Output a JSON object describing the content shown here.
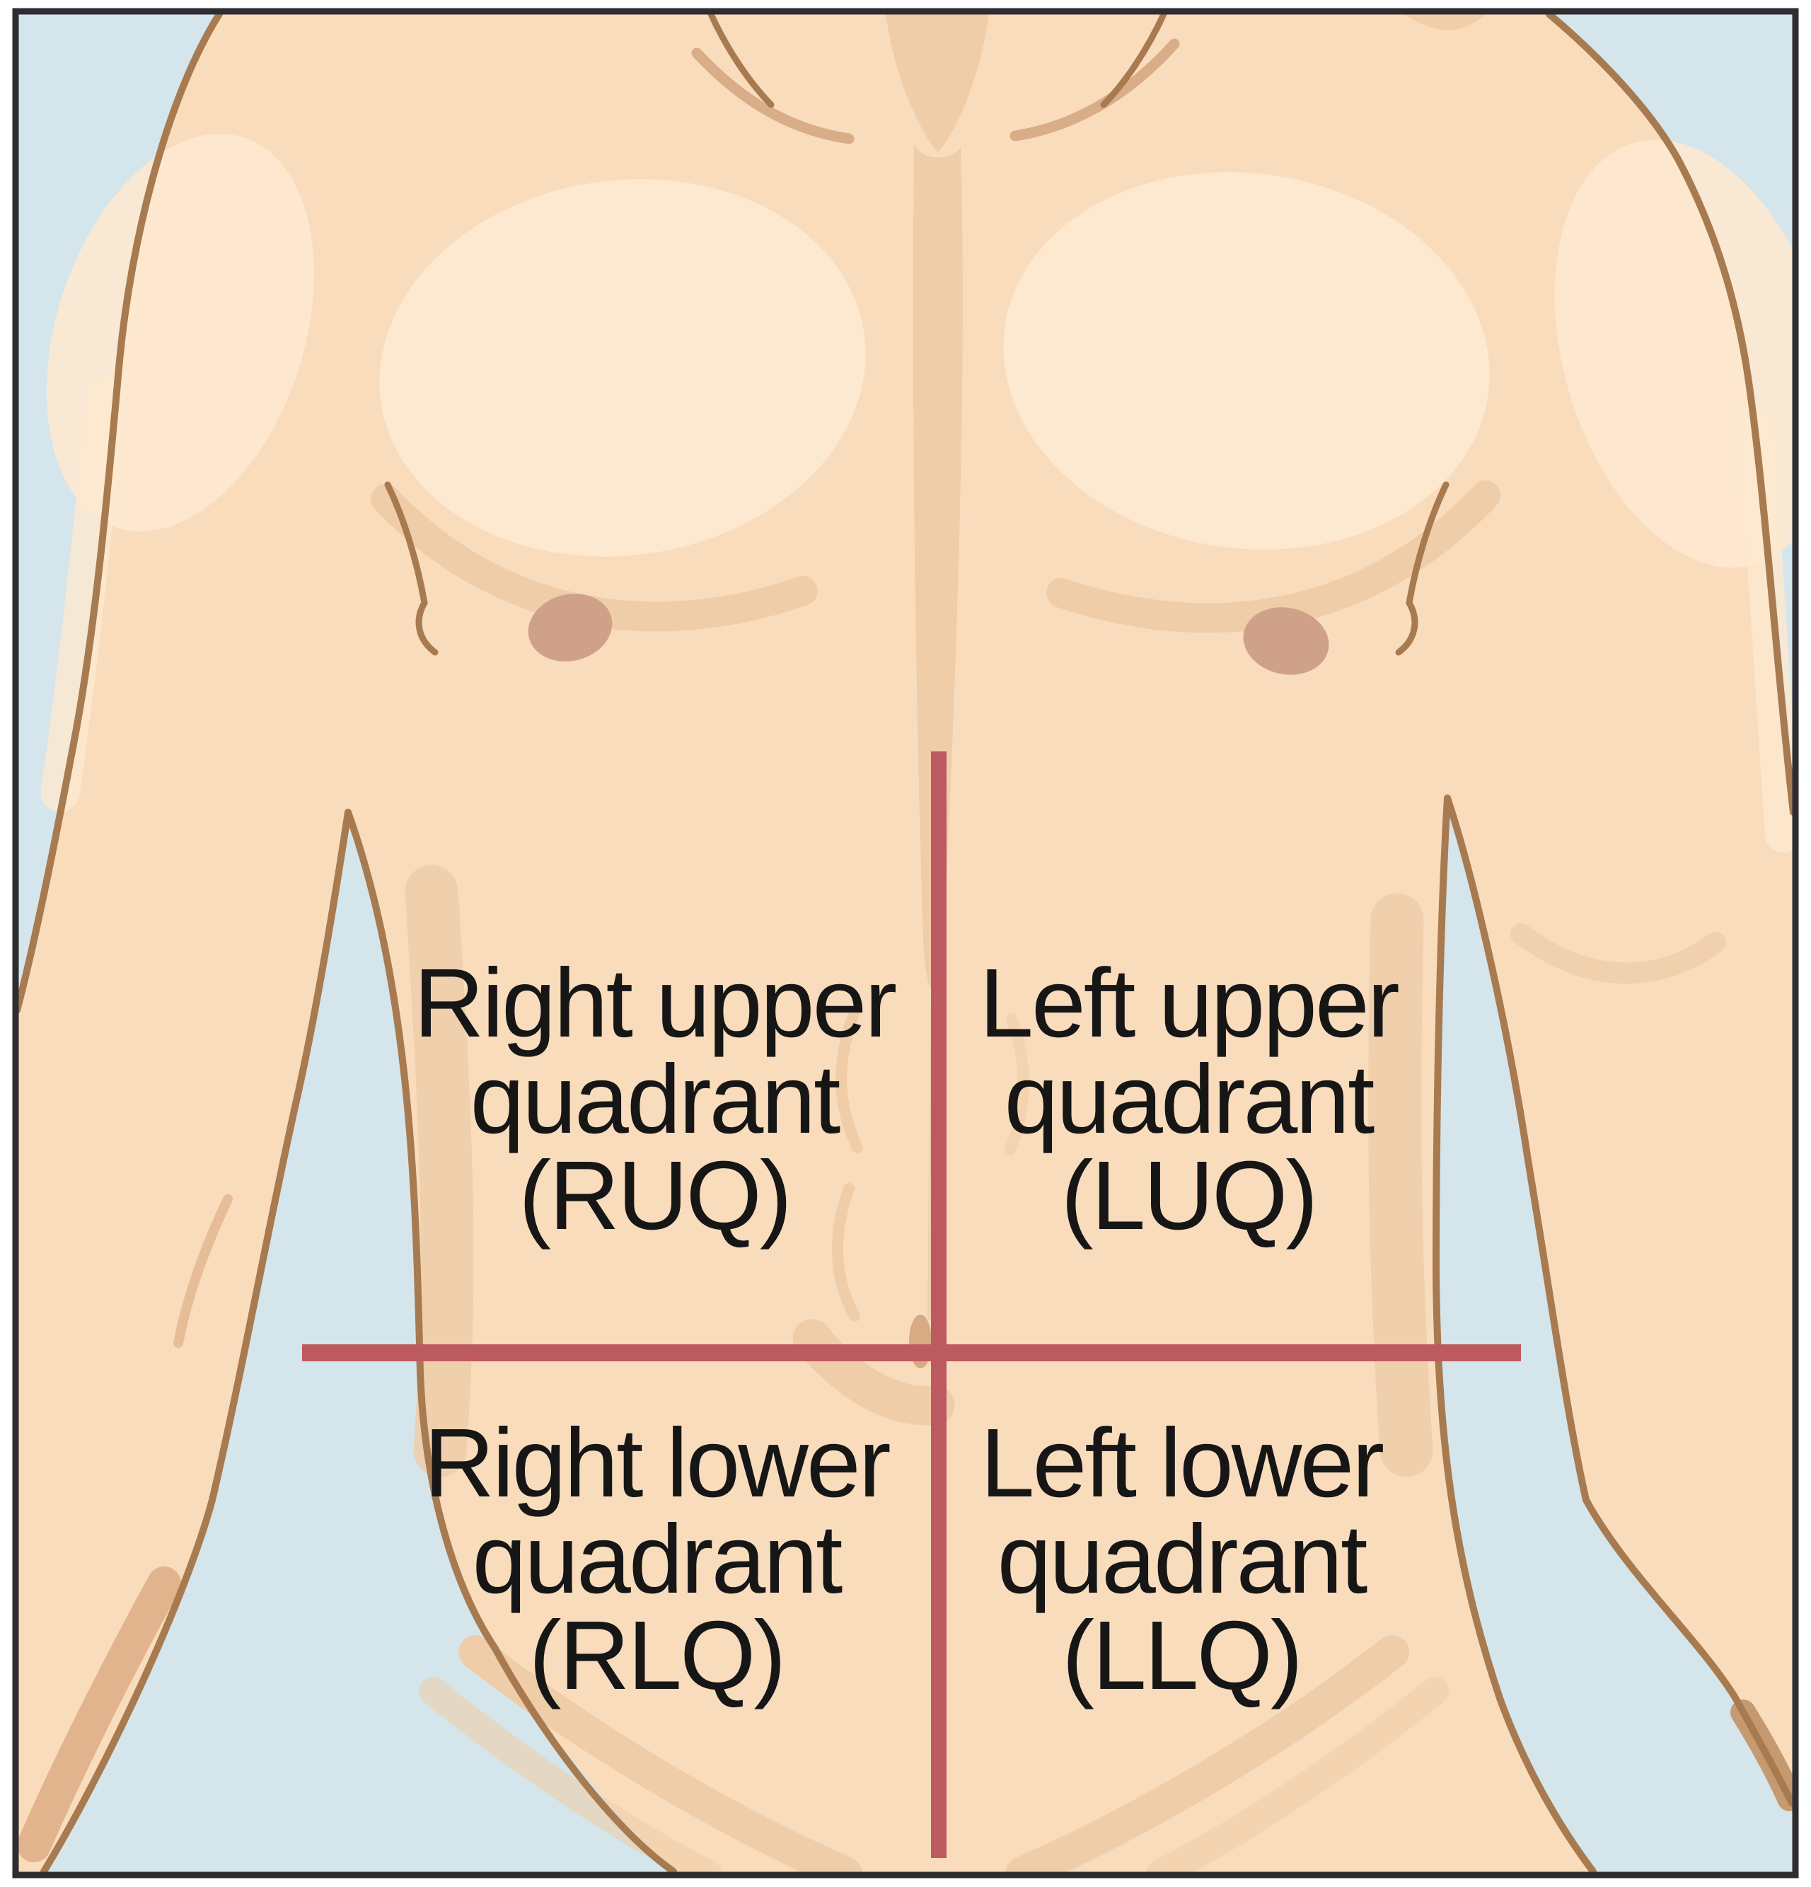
{
  "quadrant_labels": [
    {
      "id": "ruq",
      "text": "Right upper\nquadrant\n(RUQ)"
    },
    {
      "id": "luq",
      "text": "Left upper\nquadrant\n(LUQ)"
    },
    {
      "id": "rlq",
      "text": "Right lower\nquadrant\n(RLQ)"
    },
    {
      "id": "llq",
      "text": "Left lower\nquadrant\n(LLQ)"
    }
  ],
  "colors": {
    "background": "#d4e6ec",
    "frame": "#2d2c31",
    "skin": "#f9dcbc",
    "shadow": "#efcda9",
    "shadow-strong": "#e2b48e",
    "highlight": "#fde8d0",
    "outline": "#a87a4f",
    "clavicle": "#d9ad87",
    "nipple": "#d0a189",
    "navel": "#d8ab85",
    "divider": "#bd5a5f",
    "label": "#161616"
  }
}
